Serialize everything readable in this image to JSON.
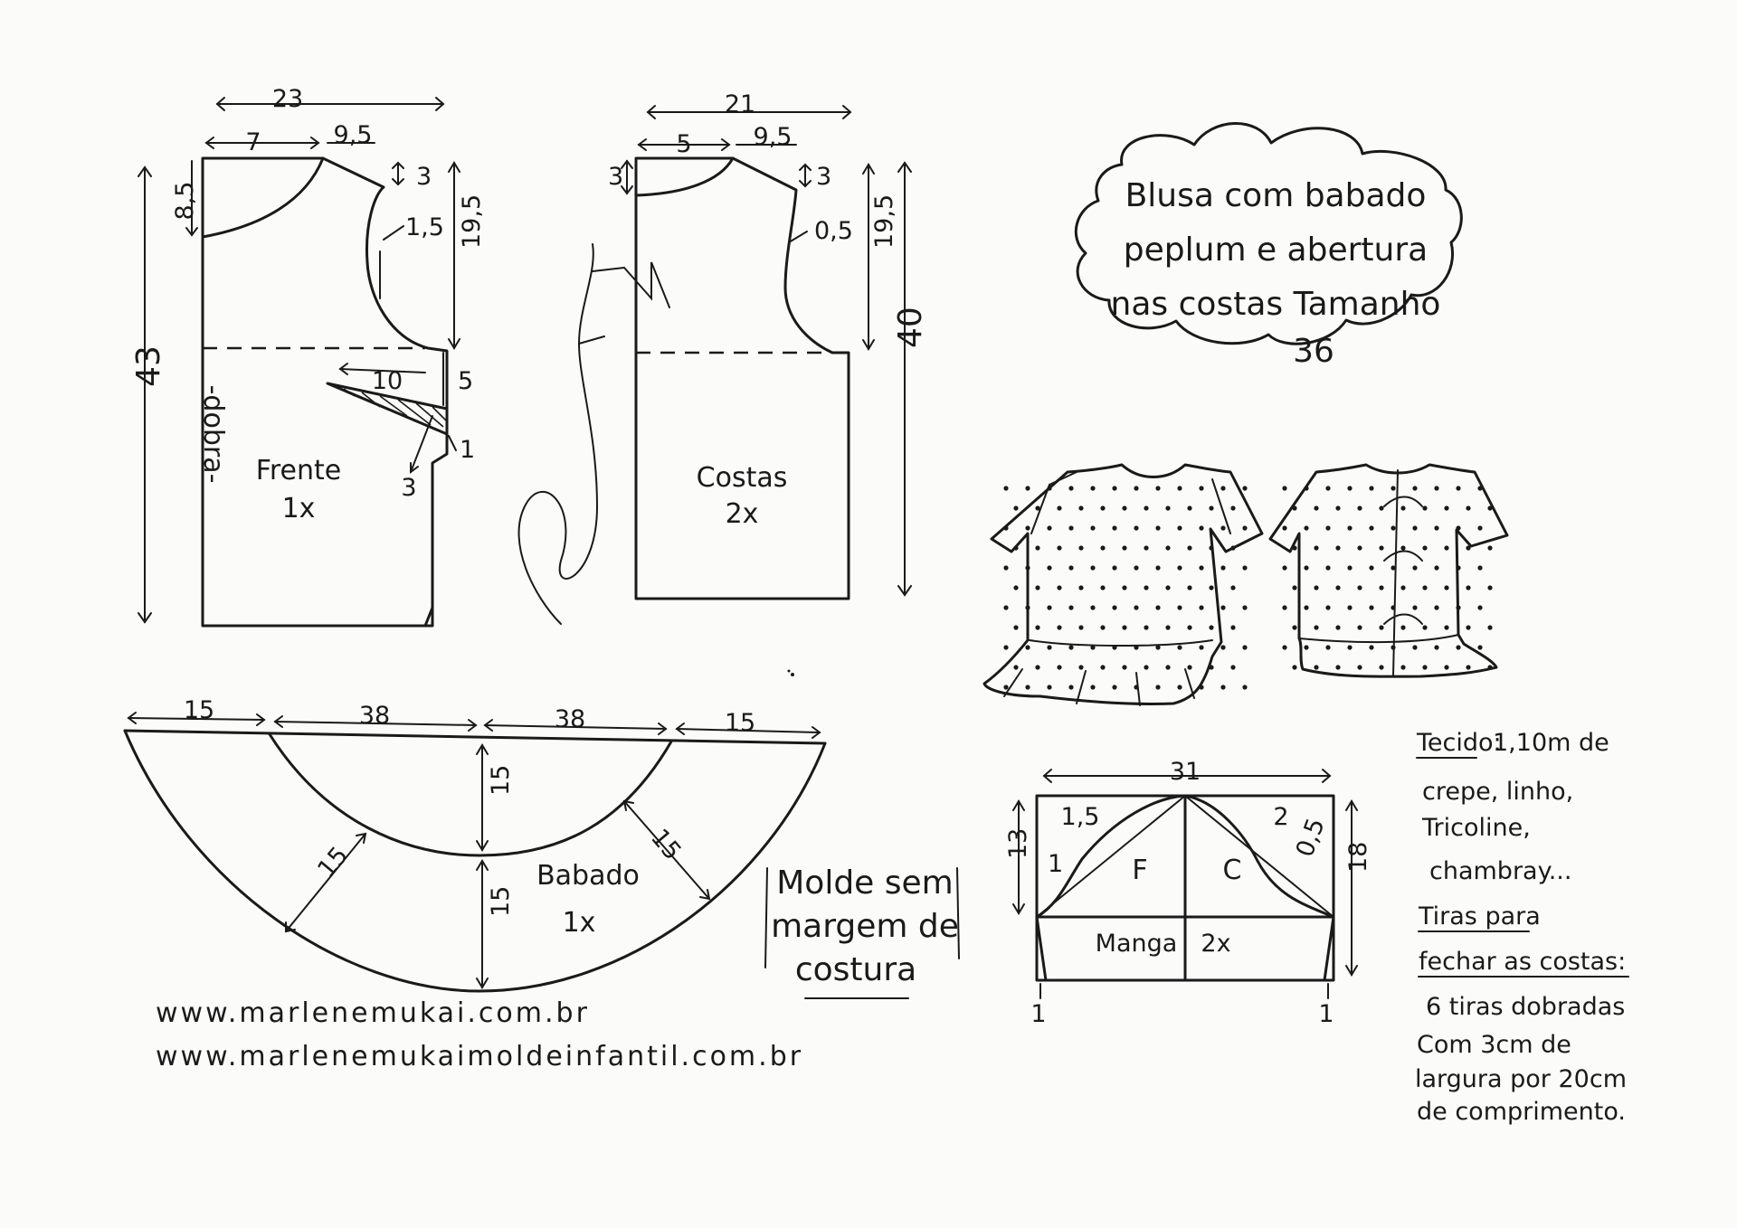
{
  "title": {
    "line1": "Blusa com babado",
    "line2": "peplum e abertura",
    "line3": "nas costas Tamanho",
    "line4": "36"
  },
  "front": {
    "name": "Frente",
    "qty": "1x",
    "fold": "-dobra-",
    "dims": {
      "width": "23",
      "neck_w": "7",
      "shoulder": "9,5",
      "neck_d": "8,5",
      "shoulder_drop": "3",
      "armhole": "1,5",
      "armhole_h": "19,5",
      "length": "43",
      "dart_len": "10",
      "dart_h": "5",
      "dart_w": "3",
      "dart_tip": "1"
    }
  },
  "back": {
    "name": "Costas",
    "qty": "2x",
    "dims": {
      "width": "21",
      "neck_w": "5",
      "shoulder": "9,5",
      "neck_d": "3",
      "shoulder_drop": "3",
      "armhole": "0,5",
      "armhole_h": "19,5",
      "length": "40"
    }
  },
  "ruffle": {
    "name": "Babado",
    "qty": "1x",
    "dims": {
      "outer": "15",
      "inner": "38",
      "radius": "15"
    }
  },
  "sleeve": {
    "name": "Manga",
    "qty": "2x",
    "front_mark": "F",
    "back_mark": "C",
    "dims": {
      "width": "31",
      "cap_front": "1,5",
      "cap_back": "2",
      "cap_h": "13",
      "height": "18",
      "low_front": "1",
      "low_back": "0,5",
      "hem": "1"
    }
  },
  "seam_note": {
    "line1": "Molde sem",
    "line2": "margem de",
    "line3": "costura"
  },
  "fabric_note": {
    "label": "Tecido:",
    "lines": [
      "1,10m de",
      "crepe, linho,",
      "Tricoline,",
      "chambray..."
    ]
  },
  "ties_note": {
    "label1": "Tiras para",
    "label2": "fechar as costas:",
    "lines": [
      "6 tiras dobradas",
      "Com 3cm de",
      "largura por 20cm",
      "de comprimento."
    ]
  },
  "urls": [
    "www.marlenemukai.com.br",
    "www.marlenemukaimoldeinfantil.com.br"
  ],
  "signature": "Marlene Mukai"
}
